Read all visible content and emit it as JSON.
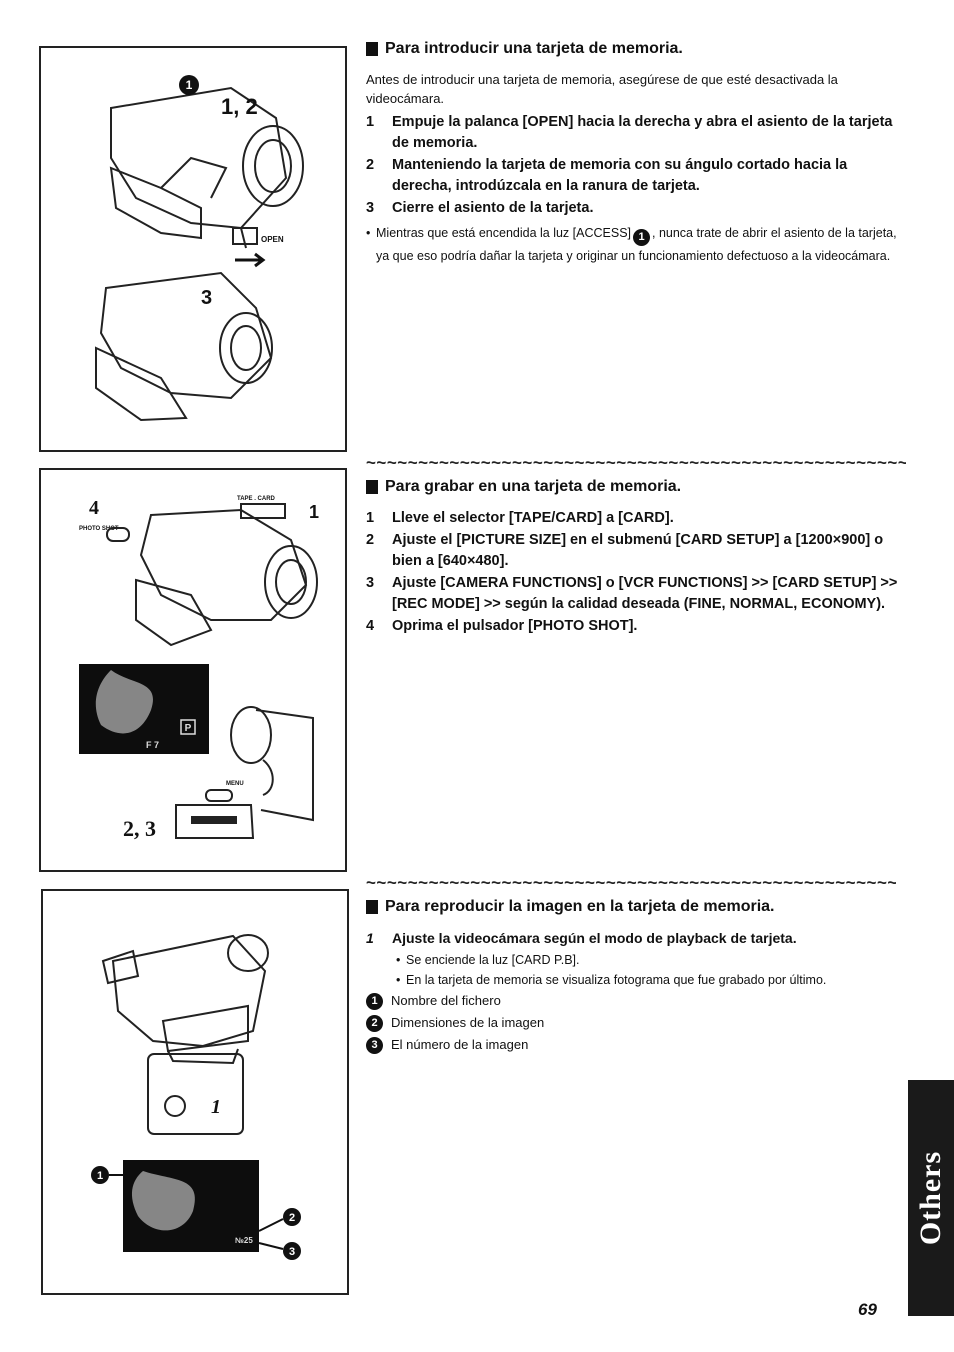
{
  "sections": {
    "introducir": {
      "heading": "Para introducir una tarjeta de memoria.",
      "intro": "Antes de introducir una tarjeta de memoria, asegúrese de que esté desactivada la videocámara.",
      "steps": [
        {
          "num": "1",
          "text": "Empuje la palanca [OPEN] hacia la derecha y abra el asiento de la tarjeta de memoria."
        },
        {
          "num": "2",
          "text": "Manteniendo la tarjeta de memoria con su ángulo cortado hacia la derecha, introdúzcala en la ranura de tarjeta."
        },
        {
          "num": "3",
          "text": "Cierre el asiento de la tarjeta."
        }
      ],
      "note_before": "Mientras que está encendida la luz [ACCESS]",
      "note_marker": "1",
      "note_after": ", nunca trate de abrir el asiento de la tarjeta, ya que eso podría dañar la tarjeta y originar un funcionamiento defectuoso a la videocámara."
    },
    "grabar": {
      "heading": "Para grabar en una tarjeta de memoria.",
      "steps": [
        {
          "num": "1",
          "text": "Lleve el selector [TAPE/CARD] a [CARD]."
        },
        {
          "num": "2",
          "text": "Ajuste el [PICTURE SIZE] en el submenú [CARD SETUP] a [1200×900] o bien a [640×480]."
        },
        {
          "num": "3",
          "text": "Ajuste [CAMERA FUNCTIONS] o [VCR FUNCTIONS] >> [CARD SETUP] >> [REC MODE] >> según la calidad deseada (FINE, NORMAL, ECONOMY)."
        },
        {
          "num": "4",
          "text": "Oprima el pulsador [PHOTO SHOT]."
        }
      ]
    },
    "reproducir": {
      "heading": "Para reproducir la imagen en la tarjeta de memoria.",
      "steps": [
        {
          "num": "1",
          "text": "Ajuste la videocámara según el modo de playback de tarjeta."
        }
      ],
      "notes": [
        "Se enciende la luz [CARD P.B].",
        "En la tarjeta de memoria se visualiza fotograma que fue grabado por último."
      ],
      "markers": [
        {
          "num": "1",
          "text": "Nombre del fichero"
        },
        {
          "num": "2",
          "text": "Dimensiones de la imagen"
        },
        {
          "num": "3",
          "text": "El número de  la imagen"
        }
      ]
    }
  },
  "figures": {
    "fig1": {
      "labels": [
        "1, 2",
        "3"
      ],
      "marker": "1",
      "open_label": "OPEN"
    },
    "fig2": {
      "labels": [
        "4",
        "1",
        "2, 3"
      ],
      "tape_card": "TAPE . CARD",
      "photo_shot": "PHOTO SHOT",
      "menu": "MENU",
      "screen_p": "P",
      "screen_f": "F 7"
    },
    "fig3": {
      "labels": [
        "1"
      ],
      "markers": [
        "1",
        "2",
        "3"
      ],
      "screen_no": "№25"
    }
  },
  "decor": {
    "tilde": "~~~~~~~~~~~~~~~~~~~~~~~~~~~~~~~~~~~~~~~~~~~~~~~~~~~~~~~~~~~~~~~~~~~~~~~~~~"
  },
  "side_tab": "Others",
  "page_number": "69"
}
